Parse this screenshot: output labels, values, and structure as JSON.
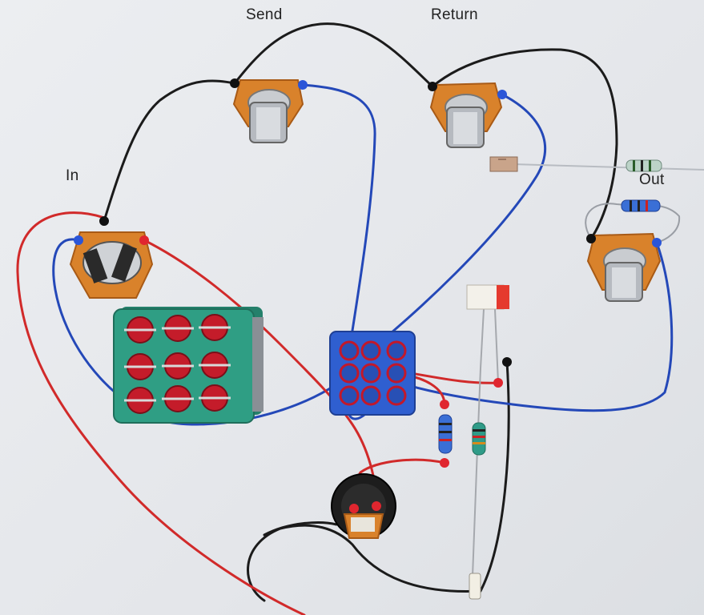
{
  "labels": {
    "send": "Send",
    "return": "Return",
    "in": "In",
    "out": "Out"
  },
  "colors": {
    "paper": "#e9ebee",
    "wire_black": "#1b1b1b",
    "wire_blue": "#2448b8",
    "wire_red": "#d12a2a",
    "jack_orange": "#d9822b",
    "switch_green": "#2f9e84",
    "switch_blue": "#2f5fd0",
    "led_red": "#e53a2e"
  },
  "components": [
    {
      "name": "send-jack"
    },
    {
      "name": "return-jack"
    },
    {
      "name": "input-jack"
    },
    {
      "name": "output-jack"
    },
    {
      "name": "3pdt-footswitch"
    },
    {
      "name": "switch-pcb"
    },
    {
      "name": "led"
    },
    {
      "name": "led-resistor"
    },
    {
      "name": "pulldown-resistor"
    },
    {
      "name": "potentiometer"
    },
    {
      "name": "capacitor"
    },
    {
      "name": "output-resistor"
    }
  ]
}
